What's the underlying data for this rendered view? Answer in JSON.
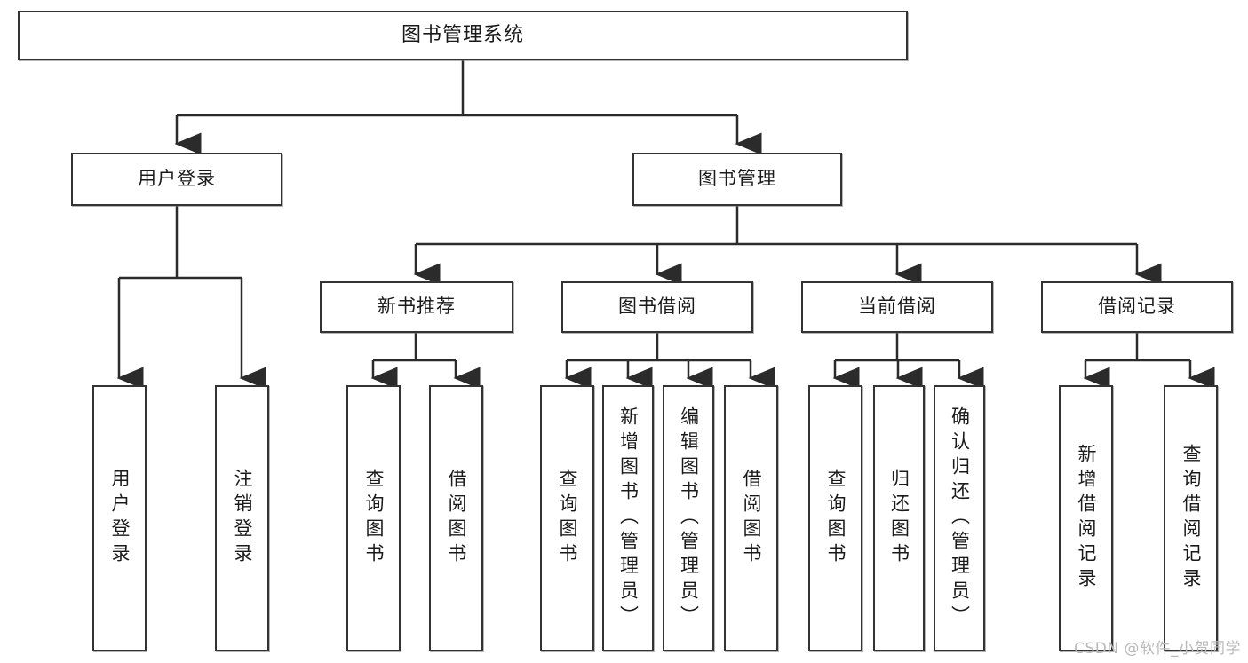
{
  "diagram": {
    "type": "tree",
    "title": "图书管理系统",
    "watermark": "CSDN @软件_小贺同学",
    "colors": {
      "box_border": "#333333",
      "box_fill": "#ffffff",
      "edge": "#333333",
      "text": "#1a1a1a",
      "watermark": "#b9b9b9"
    },
    "nodes": {
      "root": {
        "label": "图书管理系统"
      },
      "level1": [
        {
          "label": "用户登录"
        },
        {
          "label": "图书管理"
        }
      ],
      "level2": [
        {
          "label": "新书推荐"
        },
        {
          "label": "图书借阅"
        },
        {
          "label": "当前借阅"
        },
        {
          "label": "借阅记录"
        }
      ],
      "leaves": {
        "user_login": [
          {
            "label": "用户登录"
          },
          {
            "label": "注销登录"
          }
        ],
        "new_book": [
          {
            "label": "查询图书"
          },
          {
            "label": "借阅图书"
          }
        ],
        "book_borrow": [
          {
            "label": "查询图书"
          },
          {
            "label": "新增图书（管理员）"
          },
          {
            "label": "编辑图书（管理员）"
          },
          {
            "label": "借阅图书"
          }
        ],
        "current_borrow": [
          {
            "label": "查询图书"
          },
          {
            "label": "归还图书"
          },
          {
            "label": "确认归还（管理员）"
          }
        ],
        "borrow_record": [
          {
            "label": "新增借阅记录"
          },
          {
            "label": "查询借阅记录"
          }
        ]
      }
    }
  }
}
